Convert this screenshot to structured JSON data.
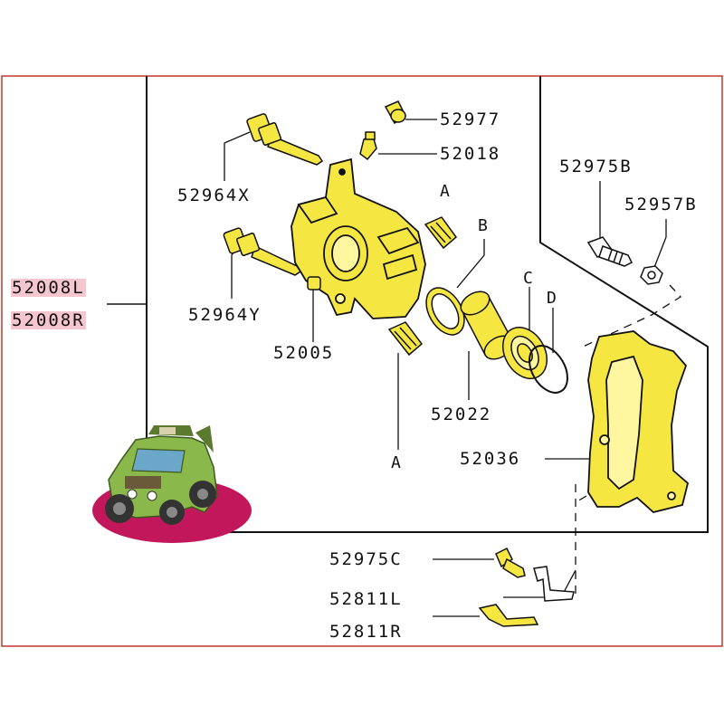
{
  "assembly": {
    "left": "52008L",
    "right": "52008R"
  },
  "parts": {
    "p52977": "52977",
    "p52018": "52018",
    "p52964x": "52964X",
    "p52964y": "52964Y",
    "p52005": "52005",
    "p52022": "52022",
    "p52036": "52036",
    "p52975b": "52975B",
    "p52957b": "52957B",
    "p52975c": "52975C",
    "p52811l": "52811L",
    "p52811r": "52811R"
  },
  "markers": {
    "a_top": "A",
    "a_bottom": "A",
    "b": "B",
    "c": "C",
    "d": "D"
  },
  "colors": {
    "border": "#c0392b",
    "part_fill": "#f5e642",
    "outline": "#111111",
    "highlight": "#f6c6cf",
    "vehicle_base": "#c2185b",
    "vehicle_body": "#8bb84a"
  }
}
